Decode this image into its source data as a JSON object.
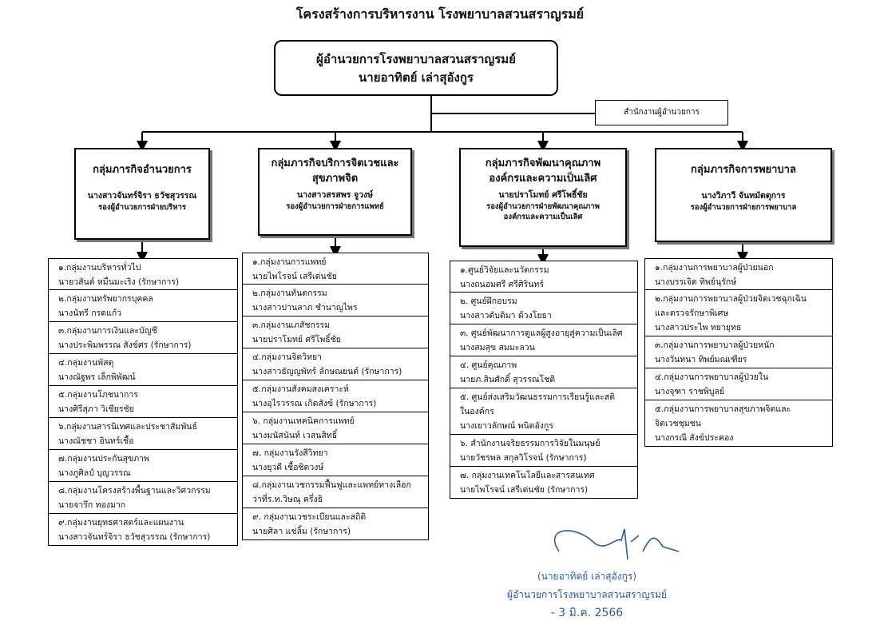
{
  "title": "โครงสร้างการบริหารงาน โรงพยาบาลสวนสราญรมย์",
  "director": {
    "title": "ผู้อำนวยการโรงพยาบาลสวนสราญรมย์",
    "name": "นายอาทิตย์  เล่าสุอังกูร"
  },
  "office": "สำนักงานผู้อำนวยการ",
  "groups": [
    {
      "title_lines": [
        "กลุ่มภารกิจอำนวยการ"
      ],
      "person": "นางสาวจันทร์จิรา  ธวัชสุวรรณ",
      "role_lines": [
        "รองผู้อำนวยการฝ่ายบริหาร"
      ],
      "items": [
        [
          "๑.กลุ่มงานบริหารทั่วไป",
          "นายวสันต์  หมื่นมะเริง (รักษาการ)"
        ],
        [
          "๒.กลุ่มงานทรัพยากรบุคคล",
          "นางนัทรี  กรดแก้ว"
        ],
        [
          "๓.กลุ่มงานการเงินและบัญชี",
          "นางประพิมพรรณ  สังข์ศร (รักษาการ)"
        ],
        [
          "๔.กลุ่มงานพัสดุ",
          "นางณัฐพร  เล็กพิพัฒน์"
        ],
        [
          "๕.กลุ่มงานโภชนาการ",
          "นางศิรีสุภา  วิเชียรชัย"
        ],
        [
          "๖.กลุ่มงานสารนิเทศและประชาสัมพันธ์",
          "นางณัชชา  อินทร์เชื้อ"
        ],
        [
          "๗.กลุ่มงานประกันสุขภาพ",
          "นางภูศิลป์  บุญวรรณ"
        ],
        [
          "๘.กลุ่มงานโครงสร้างพื้นฐานและวิศวกรรม",
          "นายจารึก  ทองมาก"
        ],
        [
          "๙.กลุ่มงานยุทธศาสตร์และแผนงาน",
          "นางสาวจันทร์จิรา  ธวัชสุวรรณ (รักษาการ)"
        ]
      ]
    },
    {
      "title_lines": [
        "กลุ่มภารกิจบริการจิตเวชและ",
        "สุขภาพจิต"
      ],
      "person": "นางสาวสรสพร  จูวงษ์",
      "role_lines": [
        "รองผู้อำนวยการฝ่ายการแพทย์"
      ],
      "items": [
        [
          "๑.กลุ่มงานการแพทย์",
          "นายไพโรจน์  เสรีเด่นชัย"
        ],
        [
          "๒.กลุ่มงานทันตกรรม",
          "นางสาวปานลาภ  ชำนาญไพร"
        ],
        [
          "๓.กลุ่มงานเภสัชกรรม",
          "นายปราโมทย์  ศรีโพธิ์ชัย"
        ],
        [
          "๔.กลุ่มงานจิตวิทยา",
          "นางสาวธัญญพัทร์  ลักษณยนต์ (รักษาการ)"
        ],
        [
          "๕.กลุ่มงานสังคมสงเคราะห์",
          "นางอุไรวรรณ  เกิดสังข์ (รักษาการ)"
        ],
        [
          "๖. กลุ่มงานเทคนิคการแพทย์",
          "นางมนัสนันท์  เวสนสิทธิ์"
        ],
        [
          "๗. กลุ่มงานรังสีวิทยา",
          "นางยุวดี  เชื้อชิตวงษ์"
        ],
        [
          "๘.กลุ่มงานเวชกรรมฟื้นฟูและแพทย์ทางเลือก",
          "ว่าที่ร.ท.วิษณุ  ครึ่งธิ"
        ],
        [
          "๙. กลุ่มงานเวชระเบียนและสถิติ",
          "นายศิลา  แช่ลิ้ม (รักษาการ)"
        ]
      ]
    },
    {
      "title_lines": [
        "กลุ่มภารกิจพัฒนาคุณภาพ",
        "องค์กรและความเป็นเลิศ"
      ],
      "person": "นายปราโมทย์  ศรีโพธิ์ชัย",
      "role_lines": [
        "รองผู้อำนวยการฝ่ายพัฒนาคุณภาพ",
        "องค์กรและความเป็นเลิศ"
      ],
      "items": [
        [
          "๑.ศูนย์วิจัยและนวัตกรรม",
          "นางถนอมศรี  ศรีศิรินทร์"
        ],
        [
          "๒. ศูนย์ฝึกอบรม",
          "นางสาวดับติมา  ด้วงโยธา"
        ],
        [
          "๓. ศูนย์พัฒนาการดูแลผู้สูงอายุสู่ความเป็นเลิศ",
          "นางสมสุข  สมมะลวน"
        ],
        [
          "๔. ศูนย์คุณภาพ",
          "นายภ.สินศักดิ์  สุวรรณโชติ"
        ],
        [
          "๕. ศูนย์ส่งเสริมวัฒนธรรมการเรียนรู้และสติ",
          "ในองค์กร",
          "นางเยาวลักษณ์  พนิตอังกูร"
        ],
        [
          "๖. สำนักงานจริยธรรมการวิจัยในมนุษย์",
          "นายวัชรพล  สกุลวิโรจน์ (รักษาการ)"
        ],
        [
          "๗. กลุ่มงานเทคโนโลยีและสารสนเทศ",
          "นายไพโรจน์  เสรีเด่นชัย (รักษาการ)"
        ]
      ]
    },
    {
      "title_lines": [
        "กลุ่มภารกิจการพยาบาล"
      ],
      "person": "นางวิภาวี  จันทมัตตุการ",
      "role_lines": [
        "รองผู้อำนวยการฝ่ายการพยาบาล"
      ],
      "items": [
        [
          "๑.กลุ่มงานการพยาบาลผู้ป่วยนอก",
          "นางบรรเจิด  ทิพย์นุรักษ์"
        ],
        [
          "๒.กลุ่มงานการพยาบาลผู้ป่วยจิตเวชฉุกเฉิน",
          "และตรวจรักษาพิเศษ",
          "นางสาวประไพ  ทยายุทธ"
        ],
        [
          "๓.กลุ่มงานการพยาบาลผู้ป่วยหนัก",
          "นางวันทนา  ทิพย์มณเฑียร"
        ],
        [
          "๔.กลุ่มงานการพยาบาลผู้ป่วยใน",
          "นางจุฑา  ราชพิบูลย์"
        ],
        [
          "๕.กลุ่มงานการพยาบาลสุขภาพจิตและ",
          "จิตเวชชุมชน",
          "นางกรณี  สังข์ประคอง"
        ]
      ]
    }
  ],
  "signature": {
    "name": "(นายอาทิตย์  เล่าสุอังกูร)",
    "position": "ผู้อำนวยการโรงพยาบาลสวนสราญรมย์",
    "date": "- 3 มิ.ค. 2566"
  }
}
